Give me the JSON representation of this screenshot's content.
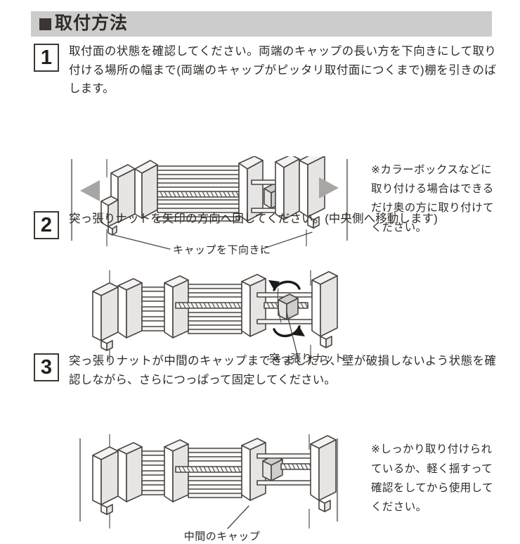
{
  "header": {
    "marker_icon": "filled-square-icon",
    "title": "取付方法"
  },
  "steps": [
    {
      "number": "1",
      "text": "取付面の状態を確認してください。両端のキャップの長い方を下向きにして取り付ける場所の幅まで(両端のキャップがピッタリ取付面につくまで)棚を引きのばします。",
      "figure_caption": "キャップを下向きに",
      "side_note": "※カラーボックスなどに取り付ける場合はできるだけ奥の方に取り付けてください。"
    },
    {
      "number": "2",
      "text": "突っ張りナットを矢印の方向へ回してください。(中央側へ移動します)",
      "figure_caption": "突っ張りナット",
      "side_note": ""
    },
    {
      "number": "3",
      "text": "突っ張りナットが中間のキャップまできましたら、壁が破損しないよう状態を確認しながら、さらにつっぱって固定してください。",
      "figure_caption": "中間のキャップ",
      "side_note": "※しっかり取り付けられているか、軽く揺すって確認をしてから使用してください。"
    }
  ],
  "colors": {
    "header_band": "#cccccc",
    "header_marker": "#3a3633",
    "text": "#2e2a27",
    "line_art": "#4a4542",
    "gray_arrow": "#a8a5a3",
    "black_arrow": "#1c1a18",
    "wall_line": "#8e8a88"
  }
}
